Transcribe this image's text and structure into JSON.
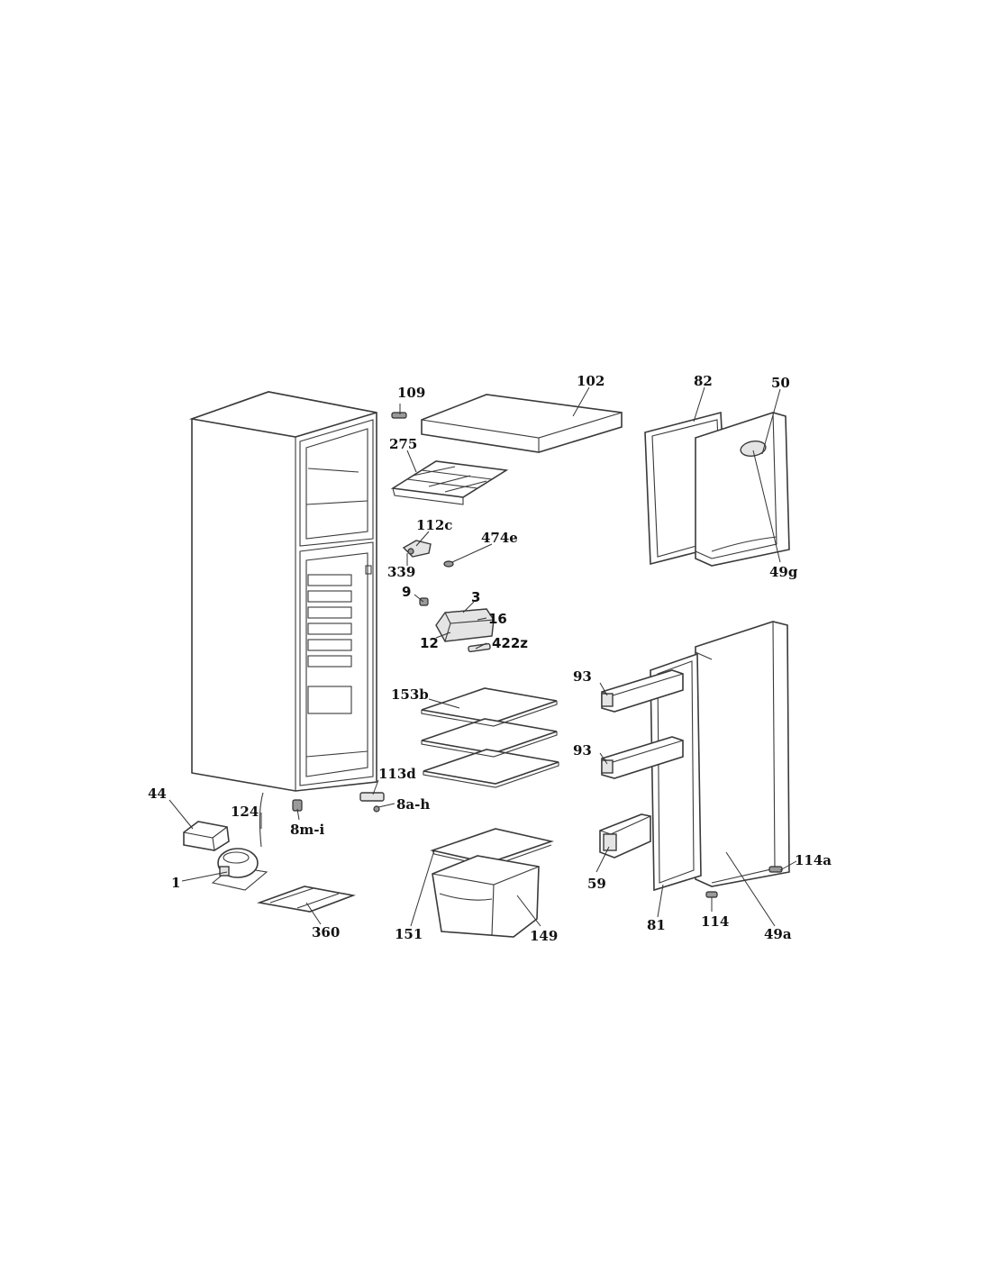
{
  "labels": {
    "p109": "109",
    "p102": "102",
    "p82": "82",
    "p50": "50",
    "p275": "275",
    "p112c": "112c",
    "p474e": "474e",
    "p339": "339",
    "p49g": "49g",
    "p9": "9",
    "p3": "3",
    "p16": "16",
    "p12": "12",
    "p422z": "422z",
    "p153b": "153b",
    "p93a": "93",
    "p93b": "93",
    "p113d": "113d",
    "p8ah": "8a-h",
    "p44": "44",
    "p124": "124",
    "p8mi": "8m-i",
    "p1": "1",
    "p360": "360",
    "p151": "151",
    "p149": "149",
    "p59": "59",
    "p81": "81",
    "p114": "114",
    "p114a": "114a",
    "p49a": "49a"
  }
}
